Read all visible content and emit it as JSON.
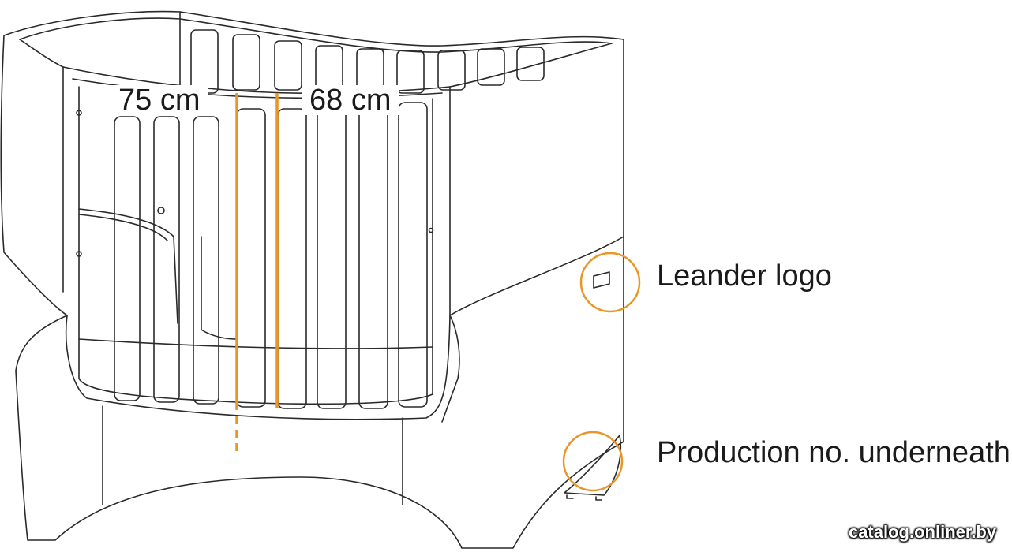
{
  "dimensions": {
    "outer": "75 cm",
    "inner": "68 cm"
  },
  "callouts": {
    "logo": "Leander logo",
    "production": "Production no. underneath"
  },
  "watermark": "catalog.onliner.by",
  "colors": {
    "accent": "#e8962a",
    "line": "#2a2a2a",
    "background": "#ffffff"
  }
}
